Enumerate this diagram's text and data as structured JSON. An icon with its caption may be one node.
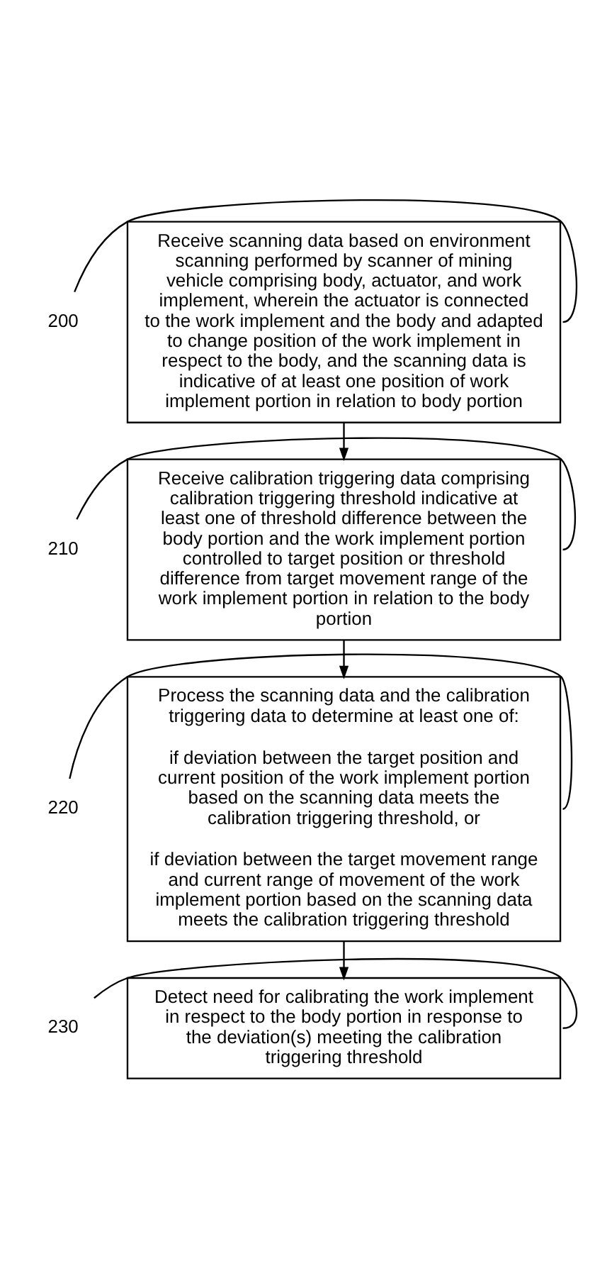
{
  "diagram": {
    "nodes": [
      {
        "text": [
          "Receive scanning data based on environment scanning performed by scanner of mining vehicle comprising body, actuator, and work implement, wherein the actuator is connected to the work implement and the body and adapted to change position of the work implement in respect to the body, and the scanning data is indicative of at least one position of work implement portion in relation to body portion"
        ]
      },
      {
        "text": [
          "200"
        ]
      },
      {
        "text": [
          "Receive calibration triggering data comprising calibration triggering threshold indicative at least one of threshold difference between the body portion and the work implement portion controlled to target position or threshold difference from target movement range of the work implement portion in relation to the body portion"
        ]
      },
      {
        "text": [
          "210"
        ]
      },
      {
        "text": [
          "Process the scanning data and the calibration triggering data to determine at least one of:",
          "if deviation between the target position and current position of the work implement portion based on the scanning data meets the calibration triggering threshold, or",
          "if deviation between the target movement range and current range of movement of the work implement portion based on the scanning data meets the calibration triggering threshold"
        ]
      },
      {
        "text": [
          "220"
        ]
      },
      {
        "text": [
          "Detect need for calibrating the work implement in respect to the body portion in response to the deviation(s) meeting the calibration triggering threshold"
        ]
      },
      {
        "text": [
          "230"
        ]
      }
    ],
    "edges": [
      {
        "from": 0,
        "to": 2,
        "arrow": "to"
      },
      {
        "from": 2,
        "to": 4,
        "arrow": "to"
      },
      {
        "from": 4,
        "to": 6,
        "arrow": "to"
      },
      {
        "from": 1,
        "to": 0,
        "arrow": "none"
      },
      {
        "from": 3,
        "to": 2,
        "arrow": "none"
      },
      {
        "from": 5,
        "to": 4,
        "arrow": "none"
      },
      {
        "from": 7,
        "to": 6,
        "arrow": "none"
      }
    ]
  }
}
